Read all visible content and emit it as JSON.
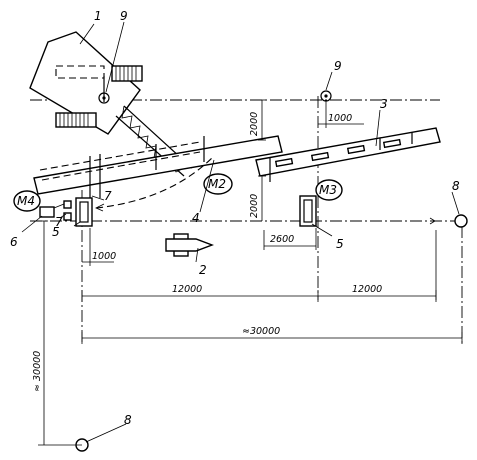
{
  "labels": {
    "l1": "1",
    "l2": "2",
    "l3": "3",
    "l4": "4",
    "l5a": "5",
    "l5b": "5",
    "l6": "6",
    "l7a": "7",
    "l7b": "7",
    "l8a": "8",
    "l8b": "8",
    "l9a": "9",
    "l9b": "9",
    "m2": "M2",
    "m3": "M3",
    "m4": "M4"
  },
  "dimensions": {
    "d2000_top": "2000",
    "d1000_top": "1000",
    "d2000_mid": "2000",
    "d2600": "2600",
    "d1000_low": "1000",
    "d12000_left": "12000",
    "d12000_right": "12000",
    "d30000_horiz": "≈30000",
    "d30000_vert": "≈ 30000"
  }
}
